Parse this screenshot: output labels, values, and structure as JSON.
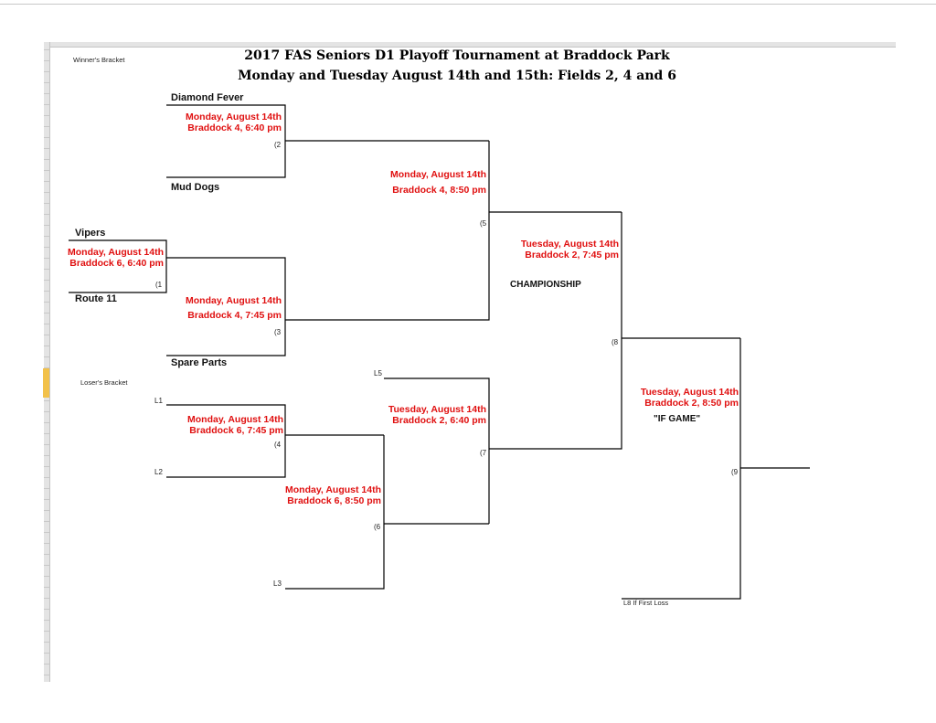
{
  "title_line1": "2017 FAS Seniors D1 Playoff Tournament at Braddock Park",
  "title_line2": "Monday and Tuesday August 14th and 15th: Fields 2, 4 and 6",
  "winners_label": "Winner's Bracket",
  "losers_label": "Loser's Bracket",
  "teams": {
    "diamond_fever": "Diamond Fever",
    "mud_dogs": "Mud Dogs",
    "vipers": "Vipers",
    "route_11": "Route 11",
    "spare_parts": "Spare Parts"
  },
  "games": {
    "g1": {
      "num": "(1",
      "date": "Monday, August 14th",
      "field": "Braddock 6, 6:40 pm"
    },
    "g2": {
      "num": "(2",
      "date": "Monday, August 14th",
      "field": "Braddock 4, 6:40 pm"
    },
    "g3": {
      "num": "(3",
      "date": "Monday, August 14th",
      "field": "Braddock 4, 7:45 pm"
    },
    "g4": {
      "num": "(4",
      "date": "Monday, August 14th",
      "field": "Braddock 6, 7:45 pm"
    },
    "g5": {
      "num": "(5",
      "date": "Monday, August 14th",
      "field": "Braddock 4, 8:50 pm"
    },
    "g6": {
      "num": "(6",
      "date": "Monday, August 14th",
      "field": "Braddock 6, 8:50 pm"
    },
    "g7": {
      "num": "(7",
      "date": "Tuesday, August 14th",
      "field": "Braddock 2, 6:40 pm"
    },
    "g8": {
      "num": "(8",
      "date": "Tuesday, August 14th",
      "field": "Braddock 2, 7:45 pm",
      "label": "CHAMPIONSHIP"
    },
    "g9": {
      "num": "(9",
      "date": "Tuesday, August 14th",
      "field": "Braddock 2, 8:50 pm",
      "label": "\"IF GAME\""
    }
  },
  "slots": {
    "l1": "L1",
    "l2": "L2",
    "l3": "L3",
    "l5": "L5",
    "l8": "L8 If First Loss"
  }
}
